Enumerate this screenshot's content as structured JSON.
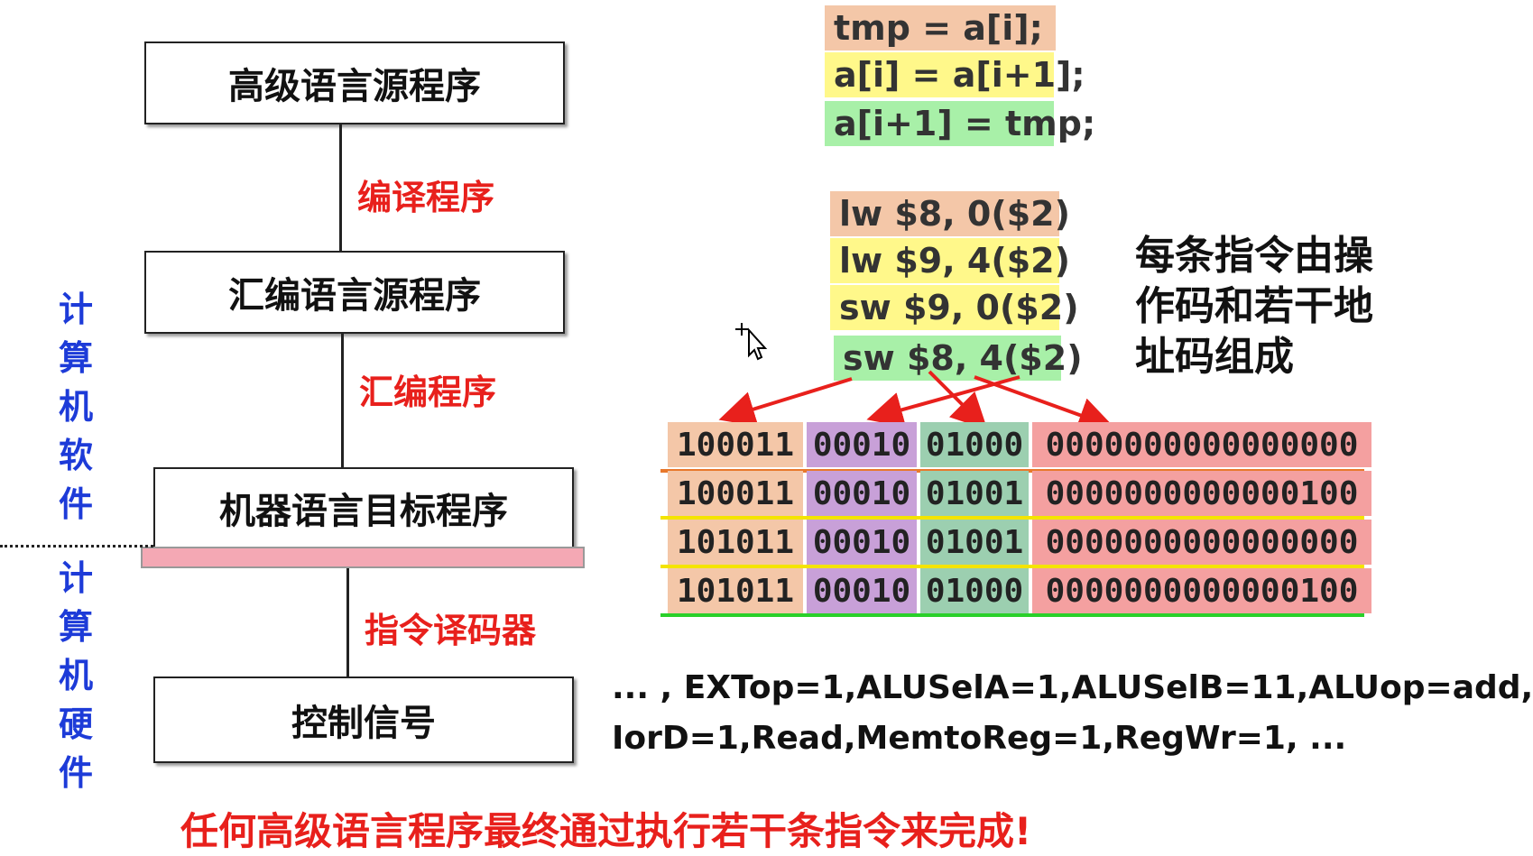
{
  "hierarchy": {
    "boxes": [
      "高级语言源程序",
      "汇编语言源程序",
      "机器语言目标程序",
      "控制信号"
    ],
    "connectors": [
      "编译程序",
      "汇编程序",
      "指令译码器"
    ]
  },
  "side_labels": {
    "software": [
      "计",
      "算",
      "机",
      "软",
      "件"
    ],
    "hardware": [
      "计",
      "算",
      "机",
      "硬",
      "件"
    ]
  },
  "high_level_code": [
    "tmp = a[i];",
    "a[i] = a[i+1];",
    "a[i+1] = tmp;"
  ],
  "assembly_code": [
    "lw $8, 0($2)",
    "lw $9, 4($2)",
    "sw $9, 0($2)",
    "sw $8, 4($2)"
  ],
  "machine_code": [
    [
      "100011",
      "00010",
      "01000",
      "0000000000000000"
    ],
    [
      "100011",
      "00010",
      "01001",
      "0000000000000100"
    ],
    [
      "101011",
      "00010",
      "01001",
      "0000000000000000"
    ],
    [
      "101011",
      "00010",
      "01000",
      "0000000000000100"
    ]
  ],
  "instruction_note": [
    "每条指令由操",
    "作码和若干地",
    "址码组成"
  ],
  "control_signals": [
    "... , EXTop=1,ALUSelA=1,ALUSelB=11,ALUop=add,",
    "IorD=1,Read,MemtoReg=1,RegWr=1, ..."
  ],
  "conclusion": "任何高级语言程序最终通过执行若干条指令来完成!",
  "colors": {
    "red_text": "#e8201c",
    "blue_text": "#1d3bd8",
    "opcode": "#f4c7a8",
    "rs": "#c8a0d8",
    "rt": "#9ccfb0",
    "imm": "#f4a0a0"
  }
}
